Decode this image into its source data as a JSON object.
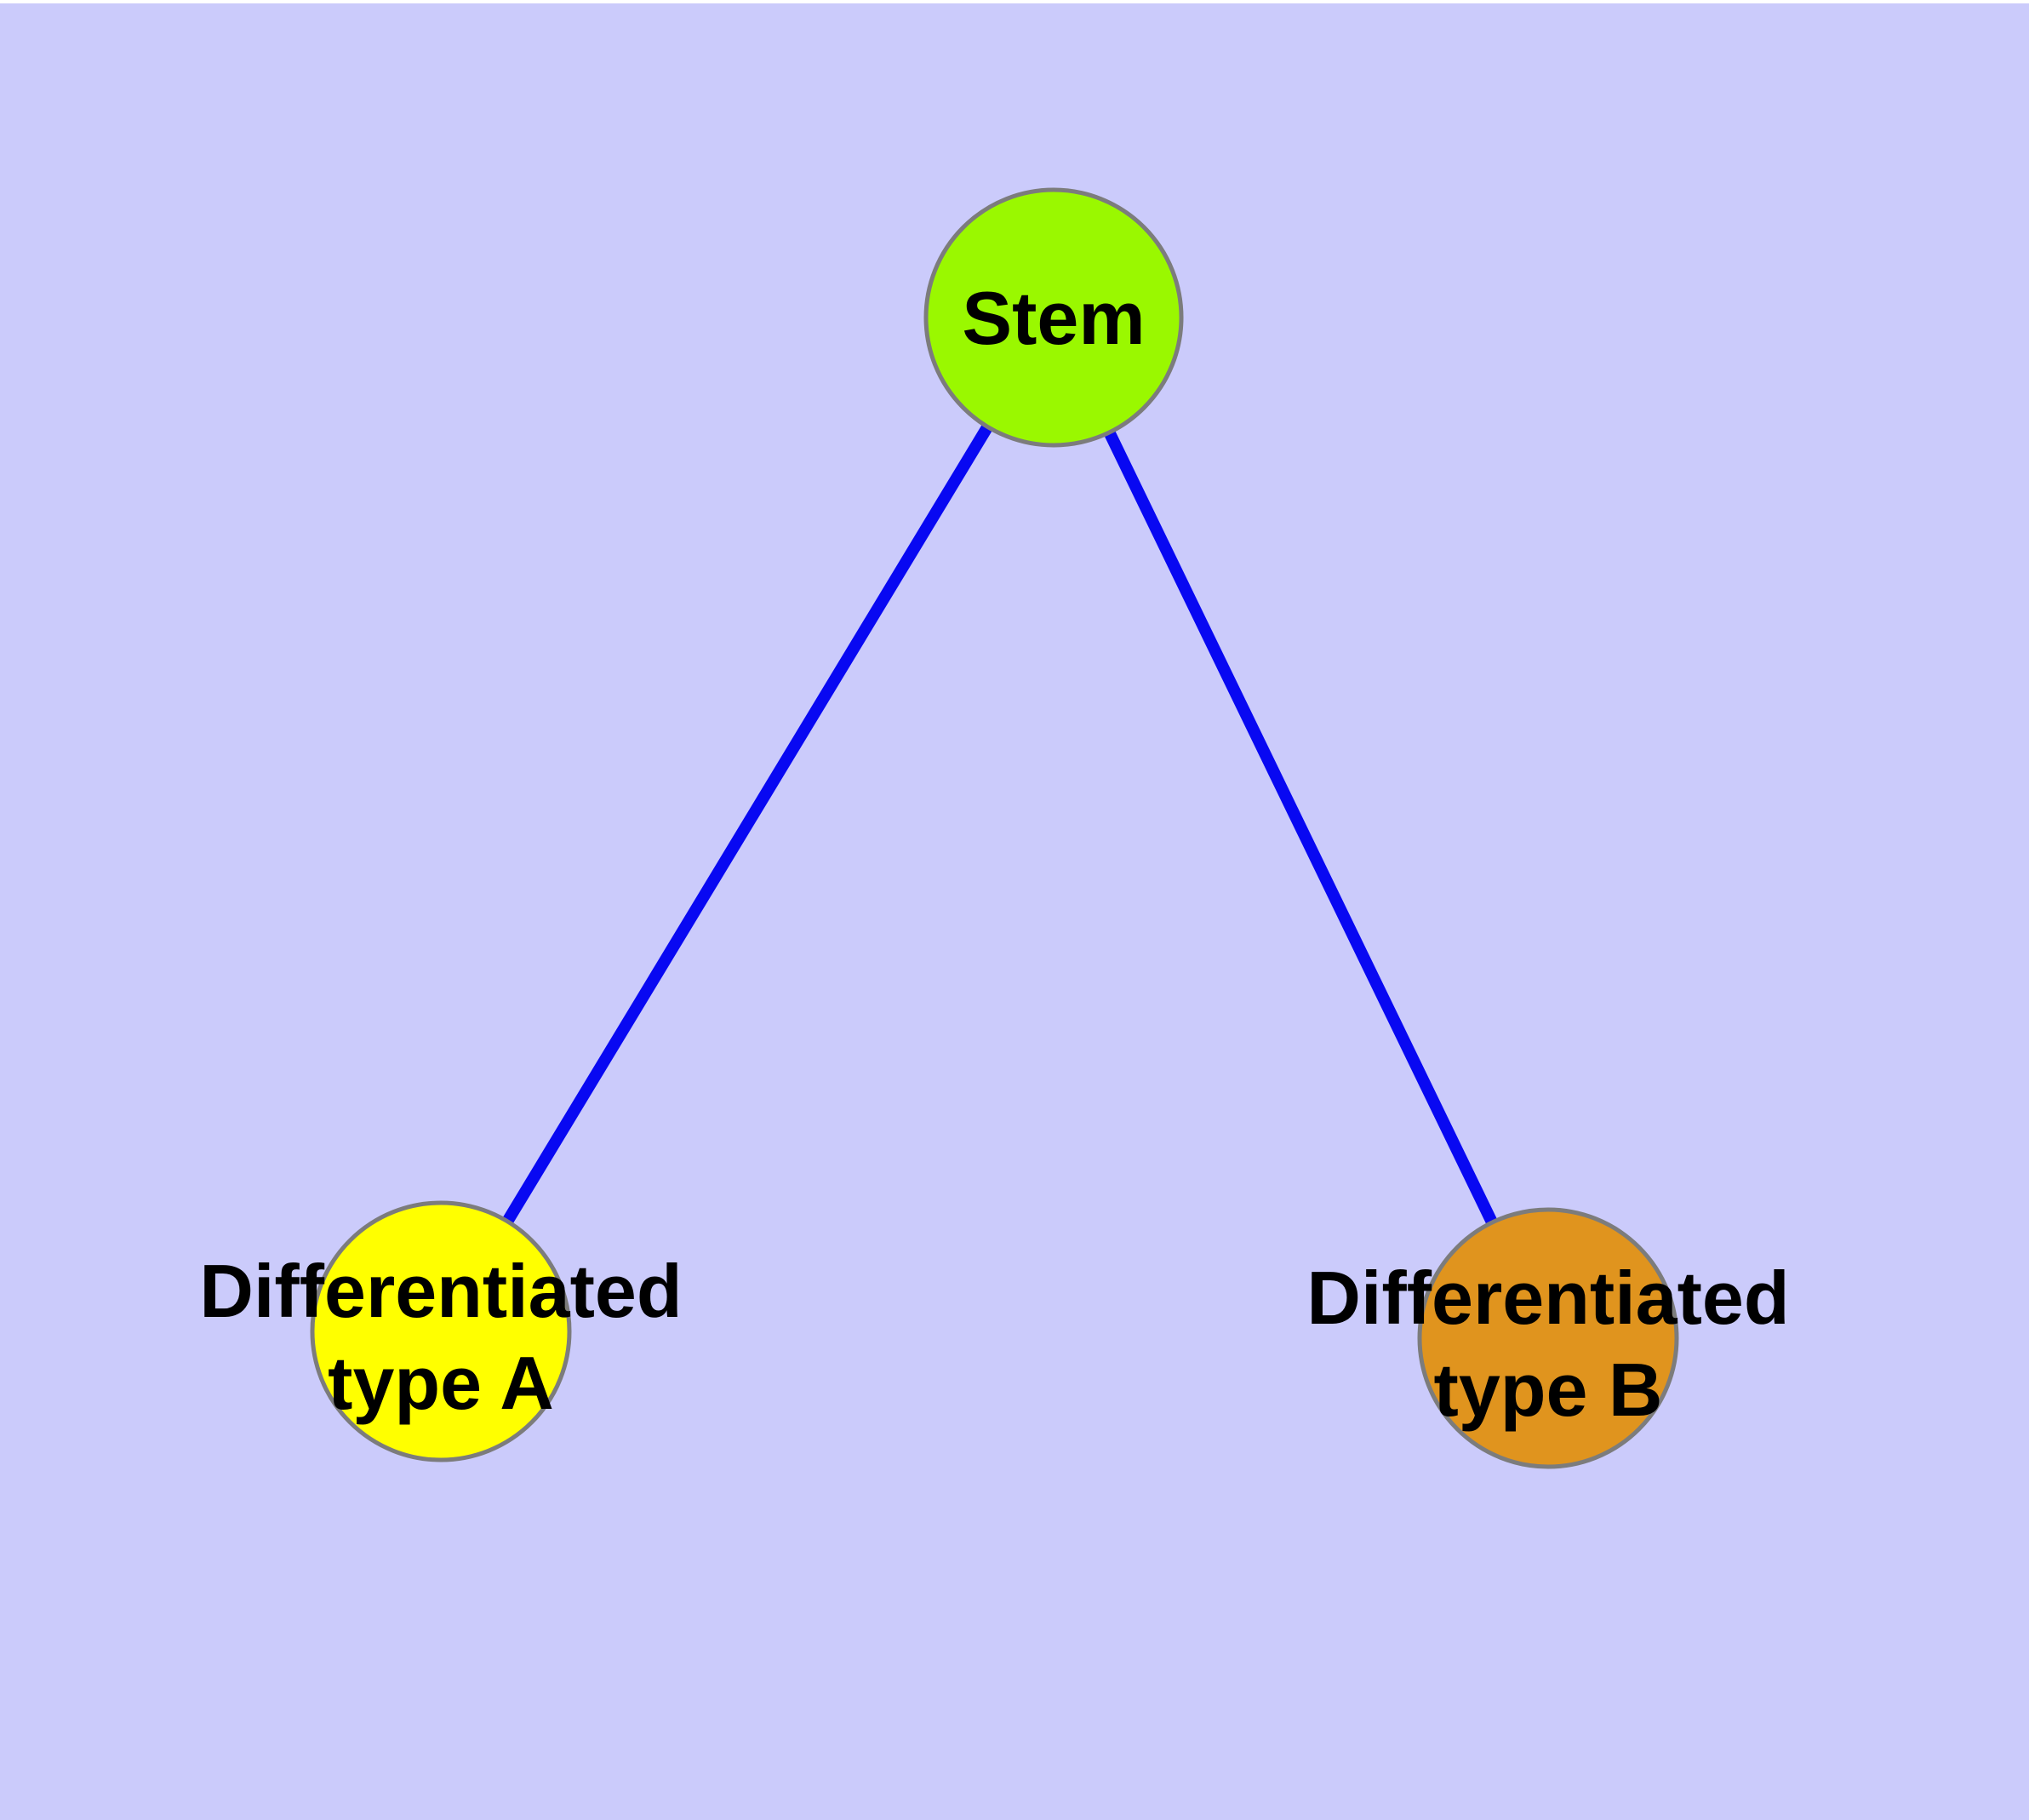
{
  "diagram": {
    "background_color": "#cbcbfb",
    "top_margin_color": "#ffffff",
    "edge_color": "#0808f2",
    "node_border_color": "#7c7c7c",
    "label_color": "#000000",
    "nodes": [
      {
        "id": "stem",
        "label": "Stem",
        "fill_color": "#9af800"
      },
      {
        "id": "differentiated-type-a",
        "label_line1": "Differentiated",
        "label_line2": "type A",
        "fill_color": "#ffff00"
      },
      {
        "id": "differentiated-type-b",
        "label_line1": "Differentiated",
        "label_line2": "type B",
        "fill_color": "#e0941e"
      }
    ],
    "edges": [
      {
        "from": "Stem",
        "to": "Differentiated type A"
      },
      {
        "from": "Stem",
        "to": "Differentiated type B"
      }
    ]
  }
}
